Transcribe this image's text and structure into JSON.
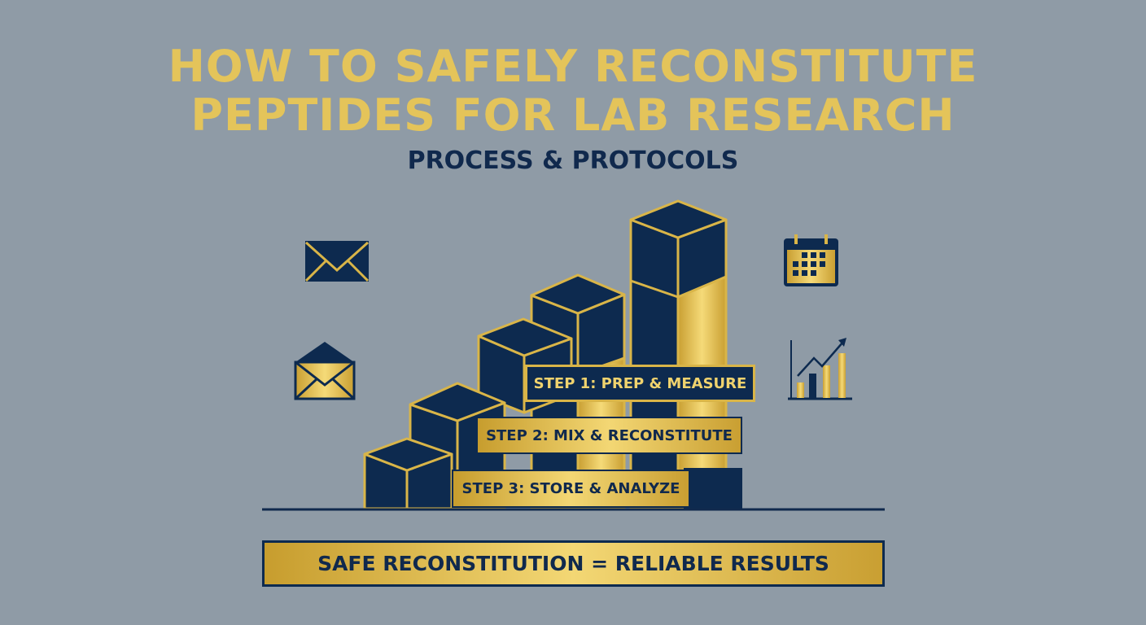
{
  "title": {
    "line1": "HOW TO SAFELY RECONSTITUTE",
    "line2": "PEPTIDES FOR LAB RESEARCH"
  },
  "subtitle": "PROCESS & PROTOCOLS",
  "steps": [
    {
      "label": "STEP 1: PREP & MEASURE"
    },
    {
      "label": "STEP 2: MIX & RECONSTITUTE"
    },
    {
      "label": "STEP 3: STORE & ANALYZE"
    }
  ],
  "footer": "SAFE RECONSTITUTION = RELIABLE RESULTS",
  "colors": {
    "background": "#8f9ba6",
    "navy": "#0d2a4f",
    "gold": "#e4c45a"
  },
  "icons": [
    "envelope-icon",
    "open-envelope-icon",
    "calendar-icon",
    "bar-chart-icon"
  ]
}
